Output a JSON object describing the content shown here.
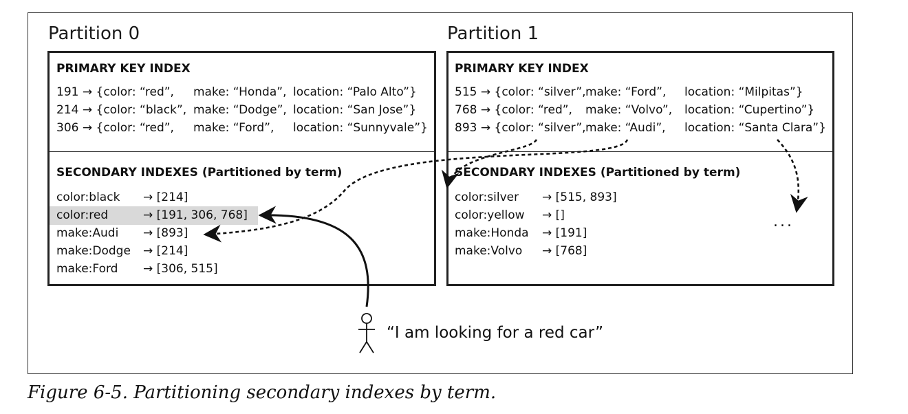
{
  "partitions": [
    {
      "title": "Partition 0",
      "primary": {
        "heading": "PRIMARY KEY INDEX",
        "rows": [
          {
            "key": "191 → {color: “red”,",
            "make": "make: “Honda”,",
            "loc": "location: “Palo Alto”}"
          },
          {
            "key": "214 → {color: “black”,",
            "make": "make: “Dodge”,",
            "loc": "location: “San Jose”}"
          },
          {
            "key": "306 → {color: “red”,",
            "make": "make: “Ford”,",
            "loc": "location: “Sunnyvale”}"
          }
        ]
      },
      "secondary": {
        "heading": "SECONDARY INDEXES (Partitioned by term)",
        "rows": [
          {
            "term": "color:black",
            "ids": "→ [214]"
          },
          {
            "term": "color:red",
            "ids": "→ [191, 306, 768]",
            "highlighted": true
          },
          {
            "term": "make:Audi",
            "ids": "→ [893]"
          },
          {
            "term": "make:Dodge",
            "ids": "→ [214]"
          },
          {
            "term": "make:Ford",
            "ids": "→ [306, 515]"
          }
        ]
      }
    },
    {
      "title": "Partition 1",
      "primary": {
        "heading": "PRIMARY KEY INDEX",
        "rows": [
          {
            "key": "515 → {color: “silver”,",
            "make": "make: “Ford”,",
            "loc": "location: “Milpitas”}"
          },
          {
            "key": "768 → {color: “red”,",
            "make": "make: “Volvo”,",
            "loc": "location: “Cupertino”}"
          },
          {
            "key": "893 → {color: “silver”,",
            "make": "make: “Audi”,",
            "loc": "location: “Santa Clara”}"
          }
        ]
      },
      "secondary": {
        "heading": "SECONDARY INDEXES (Partitioned by term)",
        "rows": [
          {
            "term": "color:silver",
            "ids": "→ [515, 893]"
          },
          {
            "term": "color:yellow",
            "ids": "→ []"
          },
          {
            "term": "make:Honda",
            "ids": "→ [191]"
          },
          {
            "term": "make:Volvo",
            "ids": "→ [768]"
          }
        ],
        "ellipsis": "..."
      }
    }
  ],
  "user_query": "“I am looking for a red car”",
  "caption": "Figure 6-5. Partitioning secondary indexes by term.",
  "colors": {
    "highlight": "#d9d9d9",
    "border": "#222222"
  },
  "icons": [
    "stick-figure-icon"
  ]
}
